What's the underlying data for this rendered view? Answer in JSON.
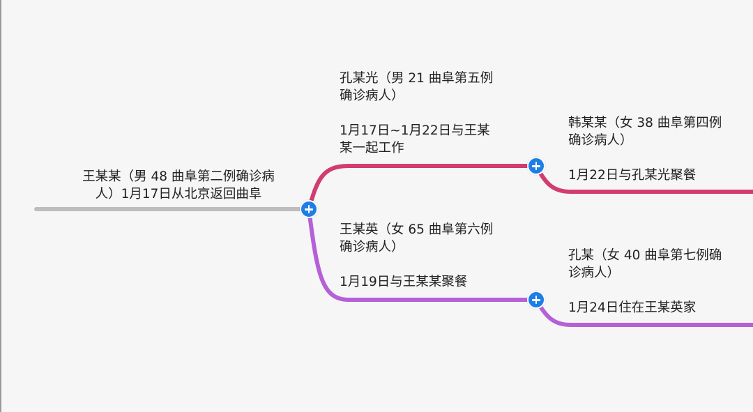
{
  "mindmap": {
    "root": {
      "lines": [
        "王某某（男 48 曲阜第二例确诊病",
        "人）1月17日从北京返回曲阜"
      ],
      "color": "#bdbdbd"
    },
    "branches": [
      {
        "id": "kong-mou-guang",
        "color": "#d23c6e",
        "lines": [
          "孔某光（男 21 曲阜第五例",
          "确诊病人）",
          "",
          "1月17日~1月22日与王某",
          "某一起工作"
        ],
        "children": [
          {
            "id": "han-mou-mou",
            "color": "#d23c6e",
            "lines": [
              "韩某某（女 38 曲阜第四例",
              "确诊病人）",
              "",
              "1月22日与孔某光聚餐"
            ]
          }
        ]
      },
      {
        "id": "wang-mou-ying",
        "color": "#b660d8",
        "lines": [
          "王某英（女 65 曲阜第六例",
          "确诊病人）",
          "",
          "1月19日与王某某聚餐"
        ],
        "children": [
          {
            "id": "kong-mou",
            "color": "#b660d8",
            "lines": [
              "孔某（女 40 曲阜第七例确",
              "诊病人）",
              "",
              "1月24日住在王某英家"
            ]
          }
        ]
      }
    ],
    "expand_icon": "plus-circle-icon"
  }
}
